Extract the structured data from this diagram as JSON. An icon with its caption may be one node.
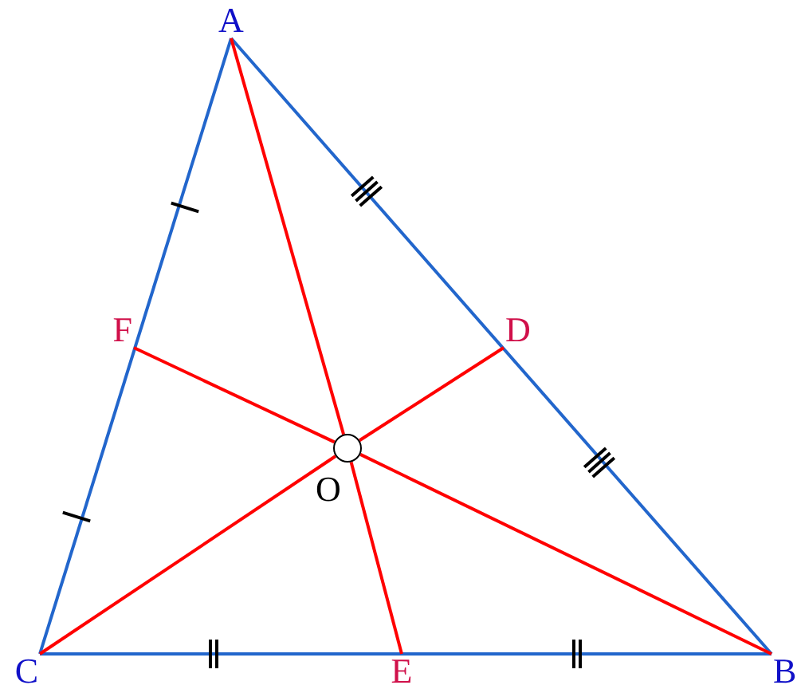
{
  "diagram": {
    "nodes": [
      {
        "text": [
          "A"
        ]
      },
      {
        "text": [
          "F"
        ]
      },
      {
        "text": [
          "D"
        ]
      },
      {
        "text": [],
        "shape": "circle",
        "beside": [
          "O"
        ]
      },
      {
        "text": [
          "C"
        ]
      },
      {
        "text": [
          "E"
        ]
      },
      {
        "text": [
          "B"
        ]
      }
    ],
    "edges": [
      {
        "from": 0,
        "to": 4,
        "arrow": "none",
        "color": "#2266cc"
      },
      {
        "from": 0,
        "to": 6,
        "arrow": "none",
        "color": "#2266cc"
      },
      {
        "from": 4,
        "to": 6,
        "arrow": "none",
        "color": "#2266cc"
      },
      {
        "from": 0,
        "to": 3,
        "arrow": "none"
      },
      {
        "from": 3,
        "to": 5,
        "arrow": "none"
      },
      {
        "from": 6,
        "to": 3,
        "arrow": "none"
      },
      {
        "from": 3,
        "to": 1,
        "arrow": "none"
      },
      {
        "from": 4,
        "to": 3,
        "arrow": "none"
      },
      {
        "from": 3,
        "to": 2,
        "arrow": "none"
      }
    ]
  }
}
